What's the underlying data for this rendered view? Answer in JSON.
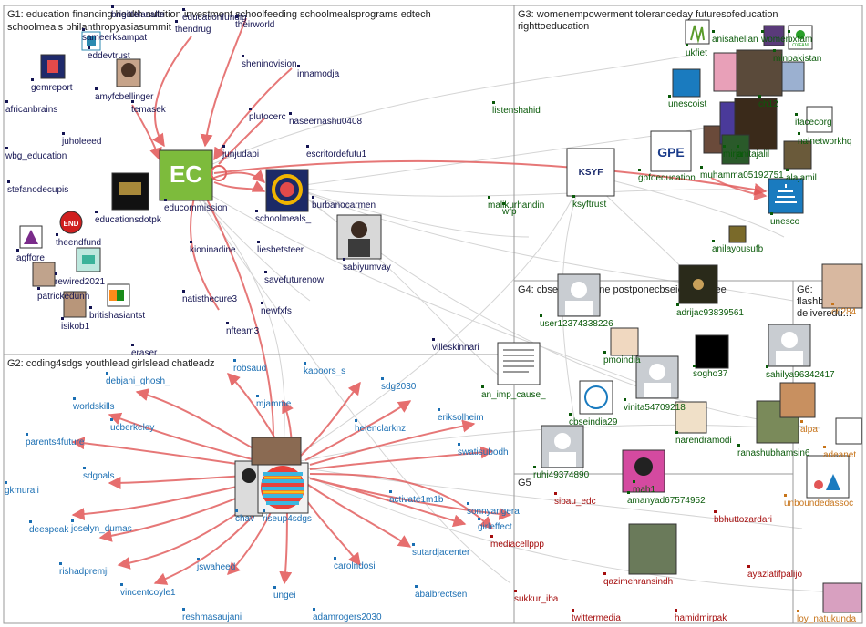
{
  "colors": {
    "g1": "#141452",
    "g2": "#1b6fb3",
    "g3": "#0a5a0a",
    "g4": "#0a5a0a",
    "g5": "#a50d0d",
    "g6": "#c7741a",
    "edge_grey": "#cfcfcf",
    "edge_red": "#e25555",
    "box": "#999999"
  },
  "groups": [
    {
      "id": "g1",
      "title": "G1: education financing health nutrition investment schoolfeeding schoolmealsprograms edtech",
      "title2": "schoolmeals philanthropyasiasummit"
    },
    {
      "id": "g2",
      "title": "G2: coding4sdgs youthlead girlslead chatleadz",
      "title2": ""
    },
    {
      "id": "g3",
      "title": "G3: womenempowerment toleranceday futuresofeducation",
      "title2": "righttoeducation"
    },
    {
      "id": "g4",
      "title": "G4: cbseterm1online postponecbseicseneetjee",
      "title2": ""
    },
    {
      "id": "g5",
      "title": "G5",
      "title2": ""
    },
    {
      "id": "g6",
      "title": "G6:",
      "title2": "flashbackfri...",
      "title3": "deliveredu..."
    }
  ],
  "nodes": {
    "g1": [
      "sameerksampat",
      "brigittelasalle",
      "thendrug",
      "educationfundig",
      "theirworld",
      "eddevtrust",
      "gemreport",
      "amyfcbellinger",
      "africanbrains",
      "temasek",
      "juholeeed",
      "wbg_education",
      "stefanodecupis",
      "sheninovision",
      "innamodja",
      "plutocerc",
      "naseernashu0408",
      "junjudapi",
      "escritordefutu1",
      "educommission",
      "burbanocarmen",
      "educationsdotpk",
      "schoolmeals_",
      "theendfund",
      "agffore",
      "kioninadine",
      "liesbetsteer",
      "sabiyumvay",
      "savefuturenow",
      "rewired2021",
      "patrickedunn",
      "natisthecure3",
      "britishasiantst",
      "newfxfs",
      "isikob1",
      "nfteam3",
      "eraser",
      "villeskinnari"
    ],
    "g2": [
      "robsaud",
      "debjani_ghosh_",
      "kapoors_s",
      "mjamme",
      "sdg2030",
      "worldskills",
      "ucberkeley",
      "helenclarknz",
      "eriksolheim",
      "parents4future",
      "swatisubodh",
      "sdgoals",
      "gkmurali",
      "chav",
      "riseup4sdgs",
      "sonnyangera",
      "activate1m1b",
      "deespeak",
      "joselyn_dumas",
      "girleffect",
      "sutardjacenter",
      "rishadpremji",
      "jswaheed",
      "carolndosi",
      "vincentcoyle1",
      "ungei",
      "abalbrectsen",
      "reshmasaujani",
      "adamrogers2030"
    ],
    "g3": [
      "ukfiet",
      "anisahelian",
      "women",
      "oxfam",
      "minpakistan",
      "listenshahid",
      "unescoist",
      "itacecorg",
      "ch12",
      "nalnetworkhq",
      "mirja",
      "anitajalil",
      "ksyftrust",
      "gpfoeducation",
      "muhamma05192751",
      "alajamil",
      "malikurhandin",
      "wfp",
      "unesco",
      "anilayousufb"
    ],
    "g4": [
      "adrijac93839561",
      "user12374338226",
      "pmoindia",
      "sogho37",
      "sahilya96342417",
      "an_imp_cause_",
      "vinita54709218",
      "cbseindia29",
      "narendramodi",
      "ranashubhamsin6",
      "ruhi49374890",
      "amanyad67574952",
      "mah1"
    ],
    "g5": [
      "sibau_edc",
      "mediacellppp",
      "bbhuttozardari",
      "qazimehransindh",
      "ayazlatifpalijo",
      "sukkur_iba",
      "twittermedia",
      "hamidmirpak"
    ],
    "g6": [
      "alpa",
      "adeanet",
      "unboundedassoc",
      "loy_natukunda",
      "ch284"
    ],
    "avatar_letters": {
      "educommission": "EC",
      "gpfoeducation": "GPE",
      "ksyftrust": "KSYF",
      "oxfam": "OXFAM",
      "theendfund": "END"
    }
  }
}
